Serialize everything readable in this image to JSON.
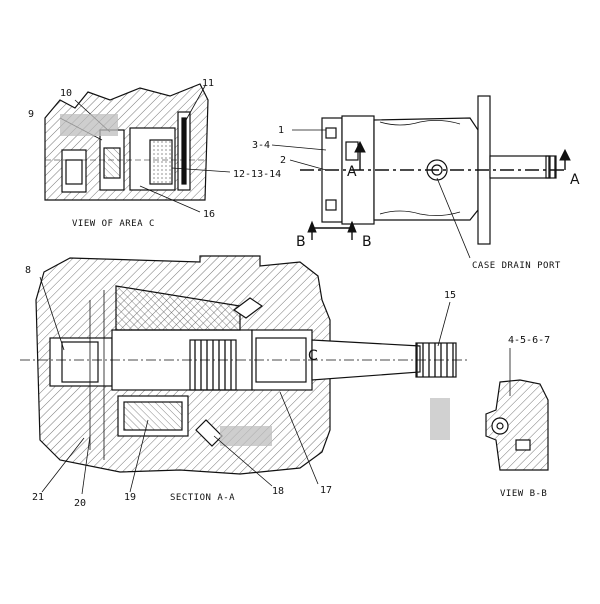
{
  "views": {
    "area_c_caption": "VIEW OF AREA C",
    "section_caption": "SECTION A-A",
    "view_bb_caption": "VIEW B-B",
    "case_drain_label": "CASE DRAIN PORT"
  },
  "section_markers": {
    "a_left": "A",
    "a_right": "A",
    "b_left": "B",
    "b_right": "B",
    "c_marker": "C"
  },
  "callouts": {
    "c1": "1",
    "c2": "2",
    "c3_4": "3-4",
    "c4_5_6_7": "4-5-6-7",
    "c8": "8",
    "c9": "9",
    "c10": "10",
    "c11": "11",
    "c12_13_14": "12-13-14",
    "c15": "15",
    "c16": "16",
    "c17": "17",
    "c18": "18",
    "c19": "19",
    "c20": "20",
    "c21": "21"
  },
  "colors": {
    "line": "#111111",
    "hatch": "#555555",
    "blur_patch": "#bdbdbd"
  }
}
